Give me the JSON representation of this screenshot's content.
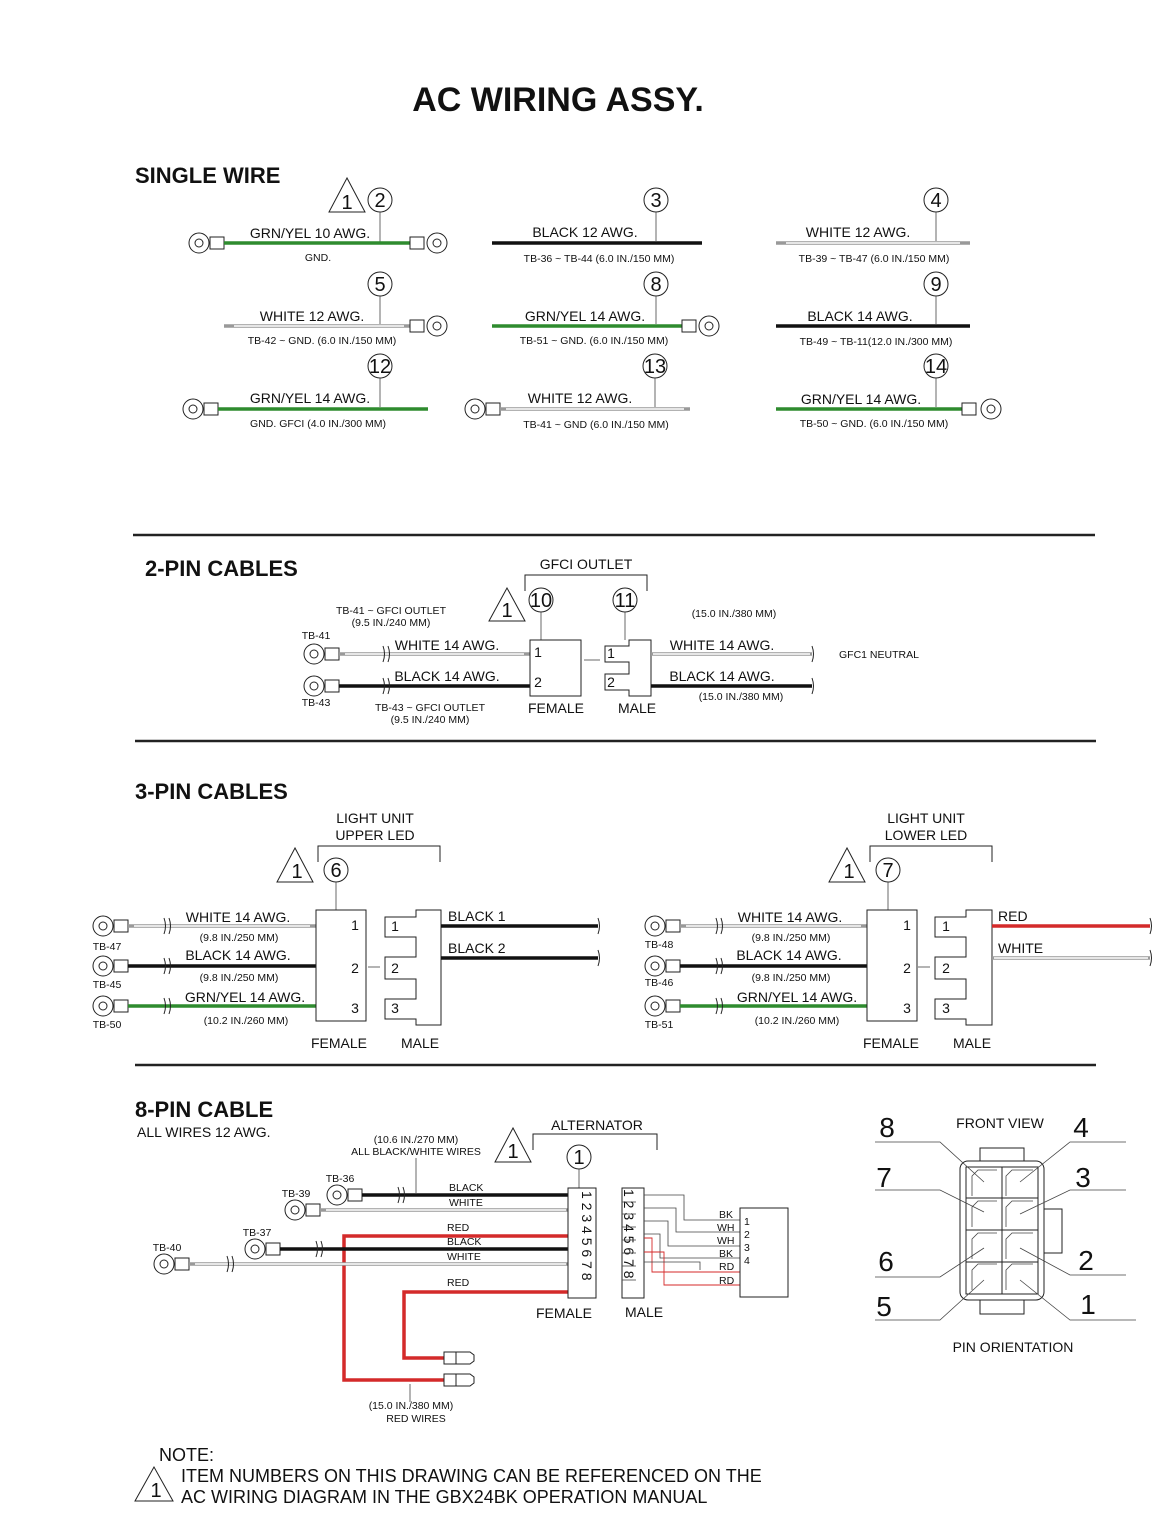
{
  "title": "AC WIRING ASSY.",
  "sections": {
    "single_wire": "SINGLE WIRE",
    "two_pin": "2-PIN CABLES",
    "three_pin": "3-PIN CABLES",
    "eight_pin": "8-PIN CABLE"
  },
  "colors": {
    "black": "#111111",
    "white_wire": "#999999",
    "green": "#2e8b2e",
    "red": "#d42a2a"
  },
  "single": [
    {
      "item": "2",
      "label": "GRN/YEL 10 AWG.",
      "note": "GND.",
      "warn": "1"
    },
    {
      "item": "3",
      "label": "BLACK 12 AWG.",
      "note": "TB-36 ~ TB-44 (6.0 IN./150 MM)"
    },
    {
      "item": "4",
      "label": "WHITE 12 AWG.",
      "note": "TB-39 ~ TB-47 (6.0 IN./150 MM)"
    },
    {
      "item": "5",
      "label": "WHITE 12 AWG.",
      "note": "TB-42 ~ GND. (6.0 IN./150 MM)"
    },
    {
      "item": "8",
      "label": "GRN/YEL 14 AWG.",
      "note": "TB-51 ~ GND. (6.0 IN./150 MM)"
    },
    {
      "item": "9",
      "label": "BLACK 14 AWG.",
      "note": "TB-49 ~ TB-11(12.0 IN./300 MM)"
    },
    {
      "item": "12",
      "label": "GRN/YEL 14 AWG.",
      "note": "GND. GFCI (4.0 IN./300 MM)"
    },
    {
      "item": "13",
      "label": "WHITE 12 AWG.",
      "note": "TB-41 ~ GND (6.0 IN./150 MM)"
    },
    {
      "item": "14",
      "label": "GRN/YEL 14 AWG.",
      "note": "TB-50 ~ GND. (6.0 IN./150 MM)"
    }
  ],
  "two_pin": {
    "group": "GFCI OUTLET",
    "warn": "1",
    "item_female": "10",
    "item_male": "11",
    "tb_top": "TB-41",
    "tb_bot": "TB-43",
    "note_top1": "TB-41 ~ GFCI OUTLET",
    "note_top2": "(9.5 IN./240 MM)",
    "note_bot1": "TB-43 ~ GFCI OUTLET",
    "note_bot2": "(9.5 IN./240 MM)",
    "wire_white": "WHITE 14 AWG.",
    "wire_black": "BLACK 14 AWG.",
    "right_white": "WHITE 14 AWG.",
    "right_black": "BLACK 14 AWG.",
    "len_top": "(15.0 IN./380 MM)",
    "len_bot": "(15.0 IN./380 MM)",
    "neutral": "GFC1 NEUTRAL",
    "female": "FEMALE",
    "male": "MALE",
    "pin1": "1",
    "pin2": "2"
  },
  "three_pin": [
    {
      "group1": "LIGHT UNIT",
      "group2": "UPPER LED",
      "warn": "1",
      "item": "6",
      "wires": [
        {
          "label": "WHITE 14 AWG.",
          "len": "(9.8 IN./250 MM)",
          "tb": "TB-47"
        },
        {
          "label": "BLACK 14 AWG.",
          "len": "(9.8 IN./250 MM)",
          "tb": "TB-45"
        },
        {
          "label": "GRN/YEL 14 AWG.",
          "len": "(10.2 IN./260 MM)",
          "tb": "TB-50"
        }
      ],
      "out1": "BLACK 1",
      "out2": "BLACK 2",
      "female": "FEMALE",
      "male": "MALE"
    },
    {
      "group1": "LIGHT UNIT",
      "group2": "LOWER LED",
      "warn": "1",
      "item": "7",
      "wires": [
        {
          "label": "WHITE 14 AWG.",
          "len": "(9.8 IN./250 MM)",
          "tb": "TB-48"
        },
        {
          "label": "BLACK 14 AWG.",
          "len": "(9.8 IN./250 MM)",
          "tb": "TB-46"
        },
        {
          "label": "GRN/YEL 14 AWG.",
          "len": "(10.2 IN./260 MM)",
          "tb": "TB-51"
        }
      ],
      "out1": "RED",
      "out2": "WHITE",
      "female": "FEMALE",
      "male": "MALE"
    }
  ],
  "pins3": [
    "1",
    "2",
    "3"
  ],
  "eight_pin": {
    "sub": "ALL WIRES 12 AWG.",
    "len1": "(10.6 IN./270 MM)",
    "len2": "ALL BLACK/WHITE WIRES",
    "warn": "1",
    "group": "ALTERNATOR",
    "item": "1",
    "tbs": [
      "TB-36",
      "TB-39",
      "TB-37",
      "TB-40"
    ],
    "wires": [
      "BLACK",
      "WHITE",
      "RED",
      "BLACK",
      "WHITE",
      "RED"
    ],
    "female_pins": "1 2 3 4 5 6 7 8",
    "male_pins": "1 2 3 4 5 6 7 8",
    "alt_wires": [
      "BK",
      "WH",
      "WH",
      "BK",
      "RD",
      "RD"
    ],
    "alt_pins": [
      "1",
      "2",
      "3",
      "4"
    ],
    "red_len1": "(15.0 IN./380 MM)",
    "red_len2": "RED WIRES",
    "female": "FEMALE",
    "male": "MALE"
  },
  "pin_orient": {
    "front": "FRONT VIEW",
    "caption": "PIN ORIENTATION",
    "left": [
      "8",
      "7",
      "6",
      "5"
    ],
    "right": [
      "4",
      "3",
      "2",
      "1"
    ]
  },
  "note": {
    "head": "NOTE:",
    "warn": "1",
    "line1": "ITEM NUMBERS ON THIS DRAWING CAN BE REFERENCED ON THE",
    "line2": "AC WIRING DIAGRAM IN THE GBX24BK OPERATION MANUAL"
  }
}
